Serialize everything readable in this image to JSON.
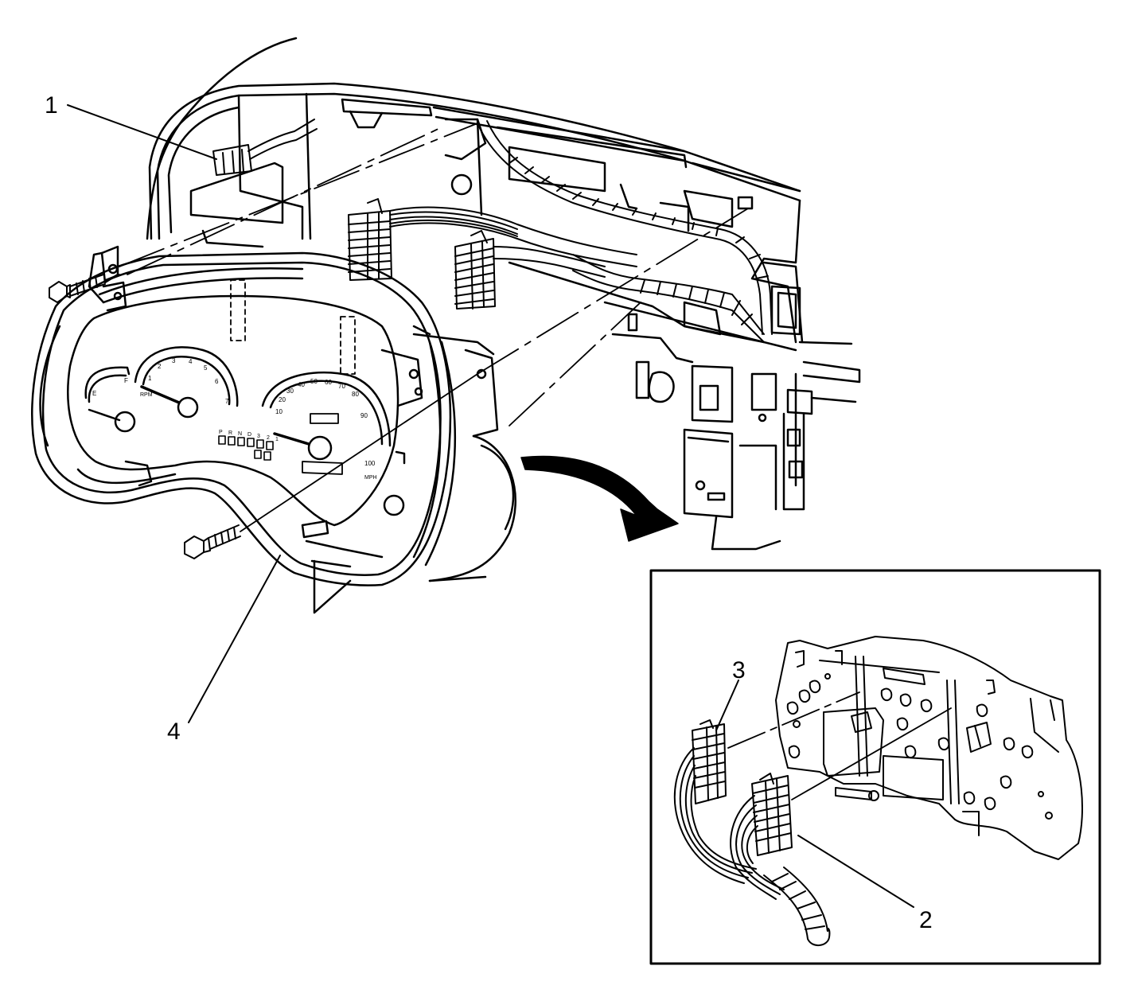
{
  "diagram": {
    "callouts": [
      "1",
      "2",
      "3",
      "4"
    ],
    "colors": {
      "ink": "#000000",
      "paper": "#ffffff"
    },
    "gauges": {
      "tach_marks": [
        "1",
        "2",
        "3",
        "4",
        "5",
        "6",
        "7"
      ],
      "tach_unit": "RPM",
      "speedo_marks": [
        "10",
        "20",
        "30",
        "40",
        "50",
        "60",
        "70",
        "80",
        "90",
        "100"
      ],
      "speedo_unit": "MPH",
      "prndl": [
        "P",
        "R",
        "N",
        "D",
        "3",
        "2",
        "1"
      ],
      "fuel_marks": [
        "E",
        "F"
      ]
    }
  }
}
